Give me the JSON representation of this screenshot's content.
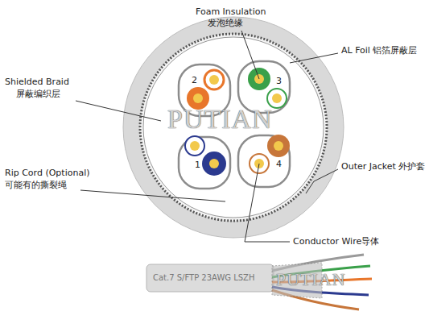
{
  "diagram": {
    "labels": [
      "Foam Insulation",
      "发泡绝缘",
      "AL Foil 铝箔屏蔽层",
      "Shielded Braid",
      "屏蔽编织层",
      "Rip Cord (Optional)",
      "可能有的撕裂绳",
      "Outer Jacket 外护套",
      "Conductor Wire导体",
      "2",
      "3",
      "1",
      "4",
      "PUTIAN",
      "Cat.7 S/FTP 23AWG LSZH",
      "PUTIAN"
    ]
  }
}
